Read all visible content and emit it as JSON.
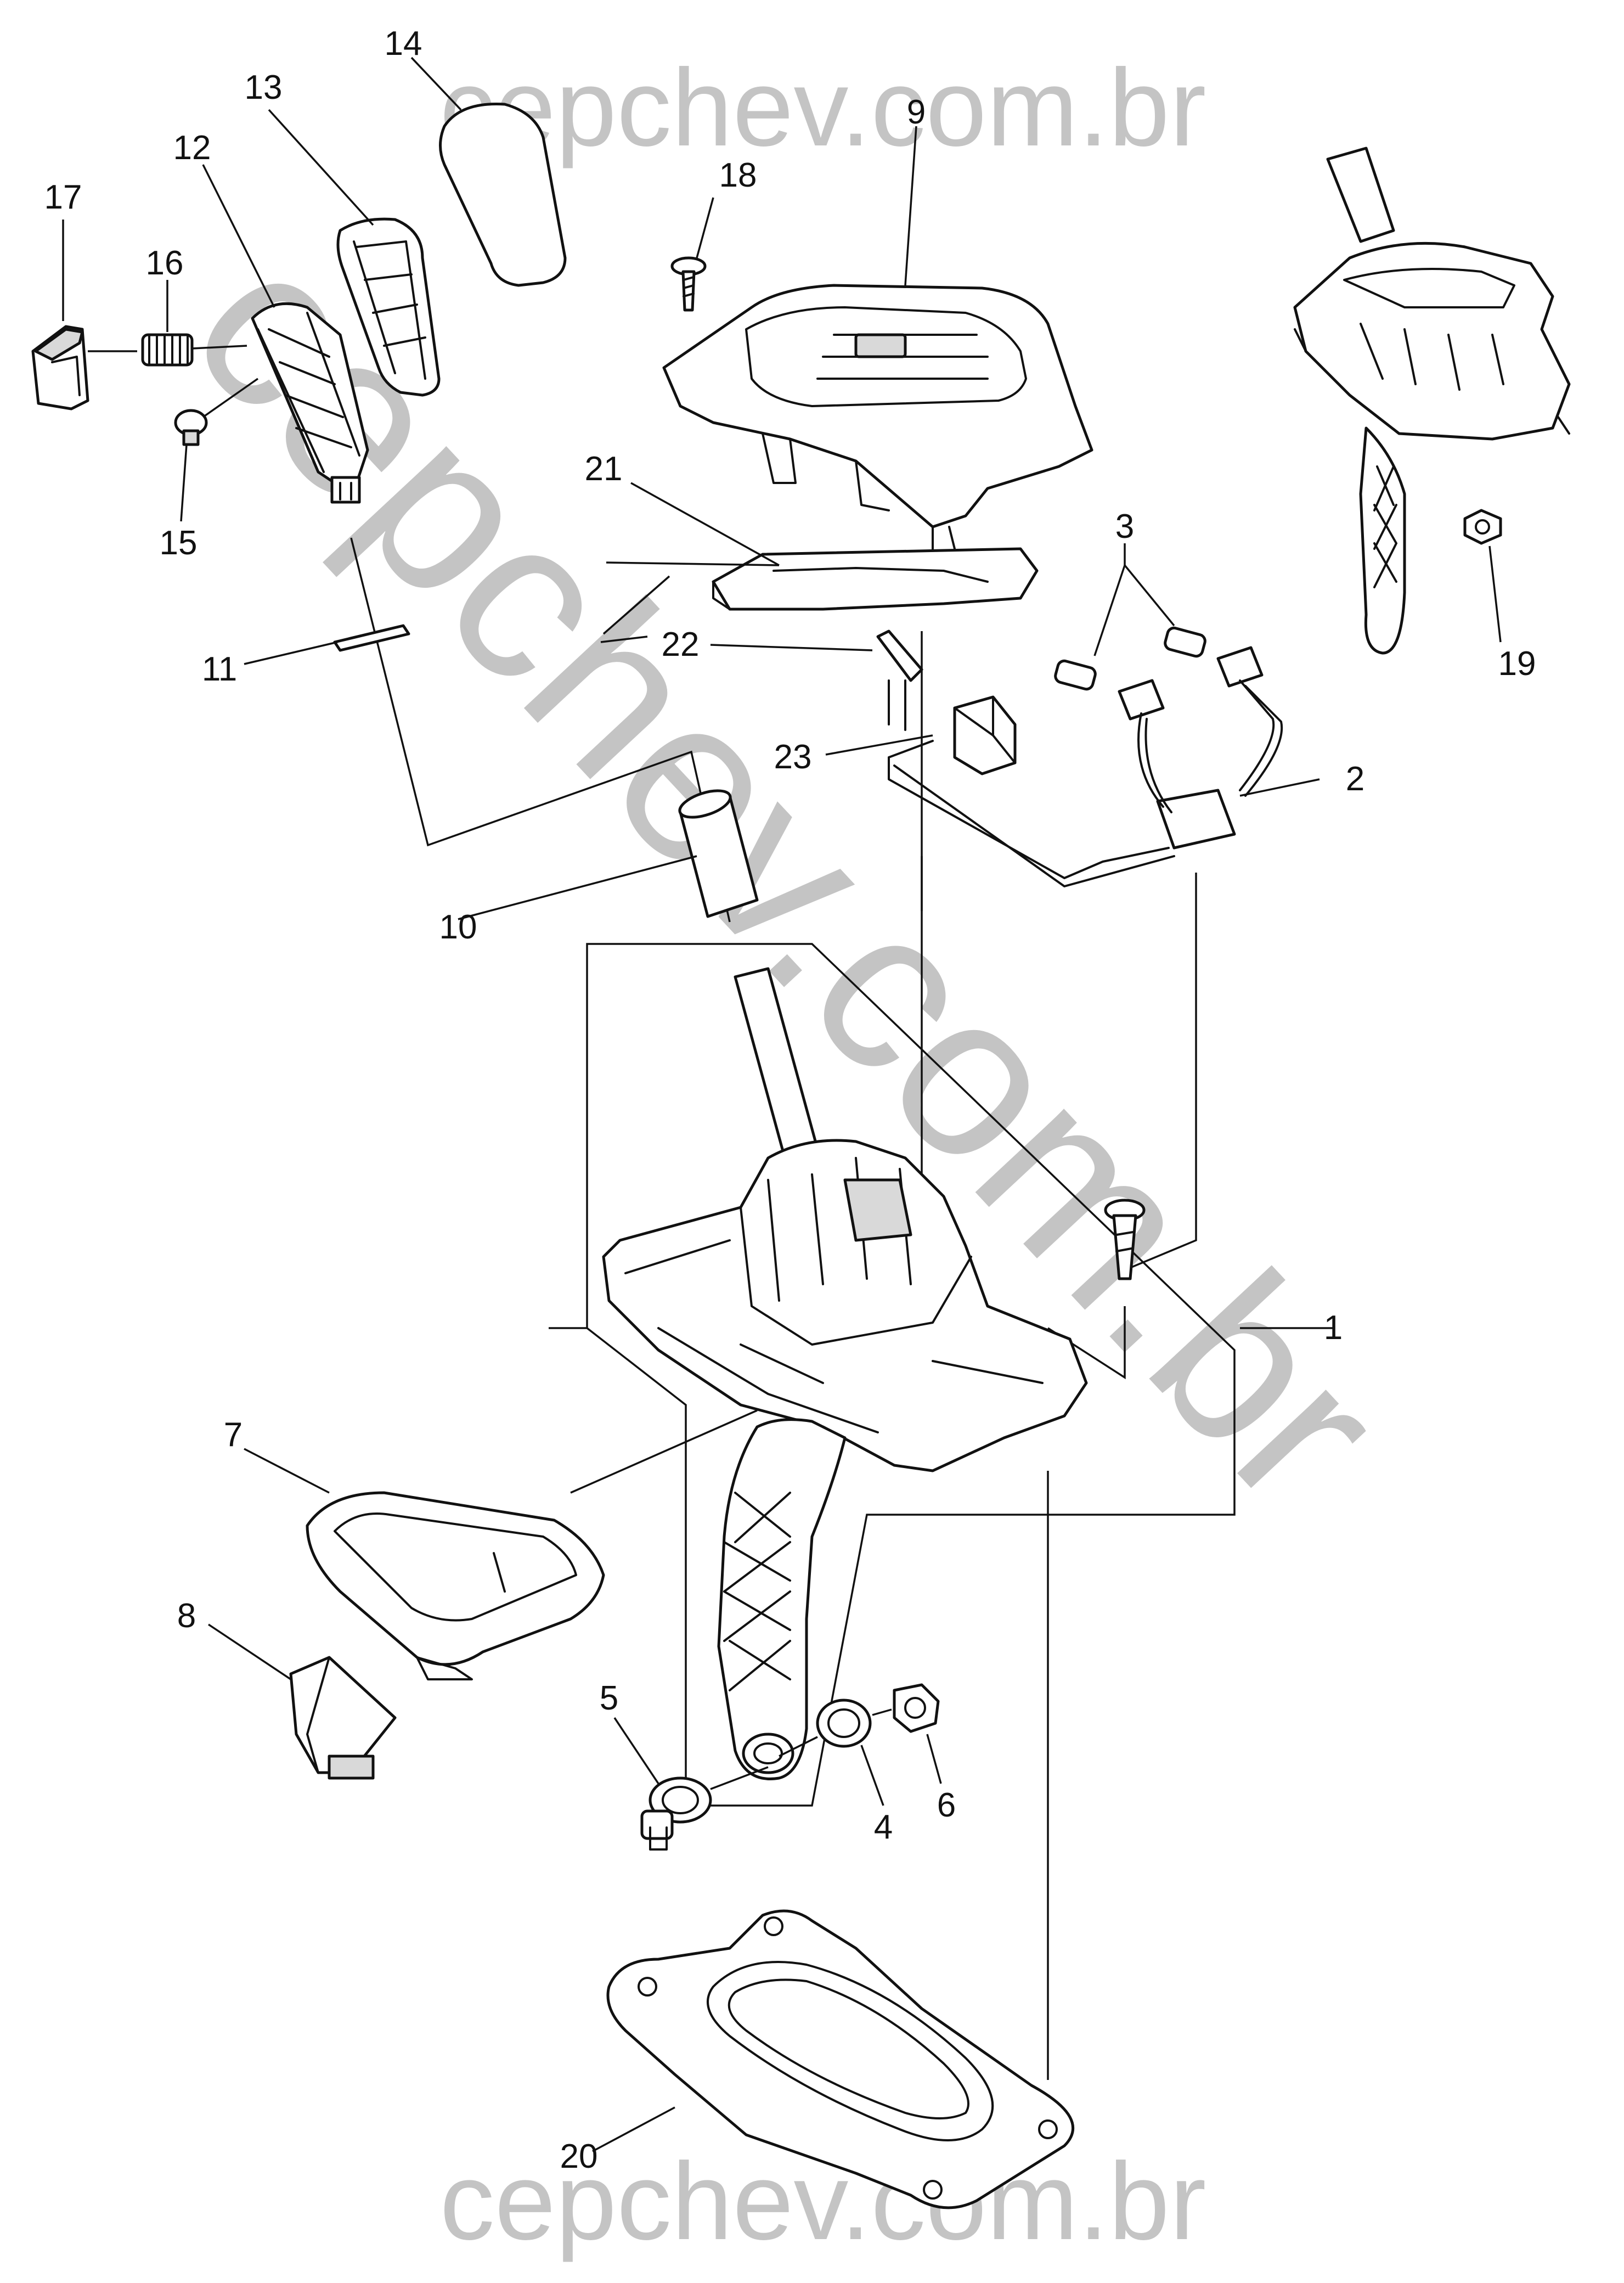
{
  "watermark": {
    "top": "cepchev.com.br",
    "bottom": "cepchev.com.br",
    "diagonal": "cepchev.com.br"
  },
  "labels": {
    "p1": "1",
    "p2": "2",
    "p3": "3",
    "p4": "4",
    "p5": "5",
    "p6": "6",
    "p7": "7",
    "p8": "8",
    "p9": "9",
    "p10": "10",
    "p11": "11",
    "p12": "12",
    "p13": "13",
    "p14": "14",
    "p15": "15",
    "p16": "16",
    "p17": "17",
    "p18": "18",
    "p19": "19",
    "p20": "20",
    "p21": "21",
    "p22": "22",
    "p23": "23"
  },
  "colors": {
    "line": "#111111",
    "watermark": "#c4c4c4",
    "background": "#ffffff"
  }
}
